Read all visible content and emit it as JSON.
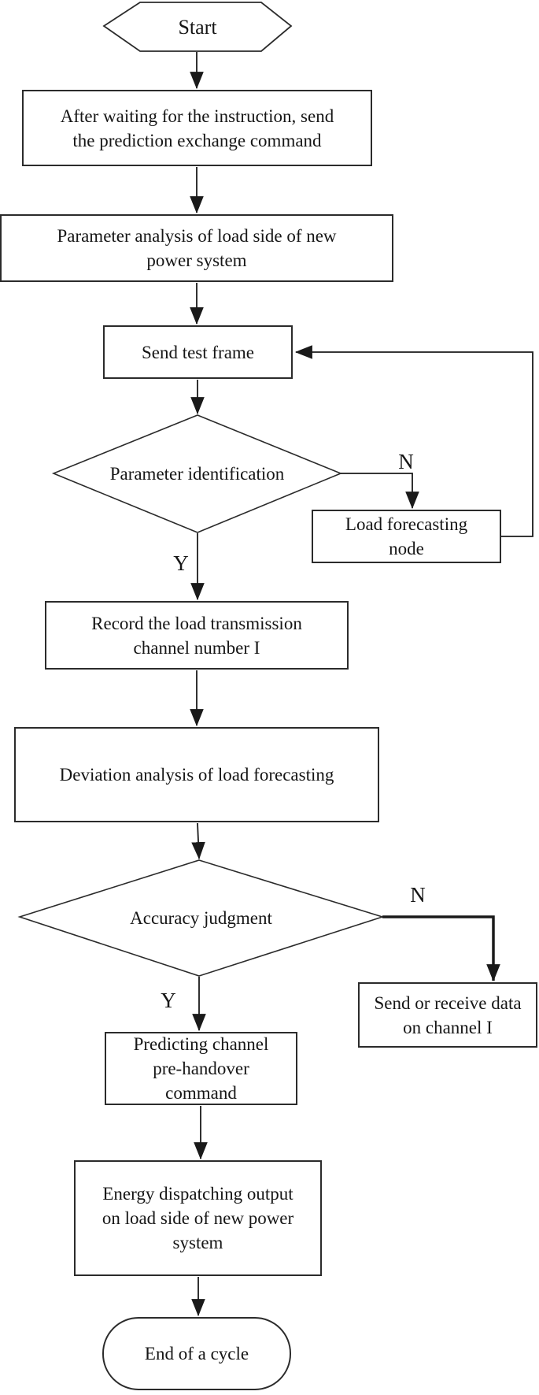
{
  "flowchart": {
    "nodes": {
      "start": "Start",
      "after_waiting": "After waiting for the instruction, send\nthe prediction exchange command",
      "parameter_analysis": "Parameter analysis of load side of new\npower system",
      "send_test_frame": "Send test frame",
      "parameter_identification": "Parameter identification",
      "load_forecasting_node": "Load forecasting\nnode",
      "record_channel": "Record the load transmission\nchannel number I",
      "deviation_analysis": "Deviation analysis of load forecasting",
      "accuracy_judgment": "Accuracy judgment",
      "send_receive_data": "Send or receive data\non channel I",
      "predicting_channel": "Predicting channel\npre-handover\ncommand",
      "energy_dispatching": "Energy dispatching output\non load side of new power\nsystem",
      "end_cycle": "End of a cycle"
    },
    "edges": [
      {
        "from": "start",
        "to": "after_waiting"
      },
      {
        "from": "after_waiting",
        "to": "parameter_analysis"
      },
      {
        "from": "parameter_analysis",
        "to": "send_test_frame"
      },
      {
        "from": "send_test_frame",
        "to": "parameter_identification"
      },
      {
        "from": "parameter_identification",
        "to": "load_forecasting_node",
        "label": "N"
      },
      {
        "from": "load_forecasting_node",
        "to": "send_test_frame"
      },
      {
        "from": "parameter_identification",
        "to": "record_channel",
        "label": "Y"
      },
      {
        "from": "record_channel",
        "to": "deviation_analysis"
      },
      {
        "from": "deviation_analysis",
        "to": "accuracy_judgment"
      },
      {
        "from": "accuracy_judgment",
        "to": "send_receive_data",
        "label": "N"
      },
      {
        "from": "accuracy_judgment",
        "to": "predicting_channel",
        "label": "Y"
      },
      {
        "from": "predicting_channel",
        "to": "energy_dispatching"
      },
      {
        "from": "energy_dispatching",
        "to": "end_cycle"
      }
    ],
    "colors": {
      "line": "#1a1a1a",
      "text": "#161616",
      "background": "#ffffff"
    }
  }
}
